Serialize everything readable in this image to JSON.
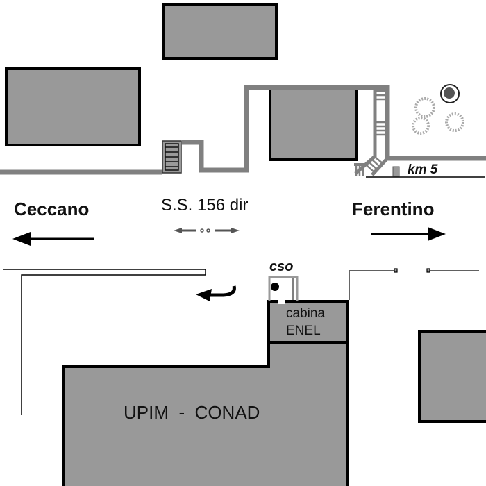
{
  "labels": {
    "west_town": "Ceccano",
    "east_town": "Ferentino",
    "road_name": "S.S. 156 dir",
    "km_marker": "km 5",
    "cso": "cso",
    "cabin_line1": "cabina",
    "cabin_line2": "ENEL",
    "store": "UPIM  -  CONAD"
  },
  "colors": {
    "building": "#999999",
    "road": "#808080",
    "outline": "#000000"
  }
}
